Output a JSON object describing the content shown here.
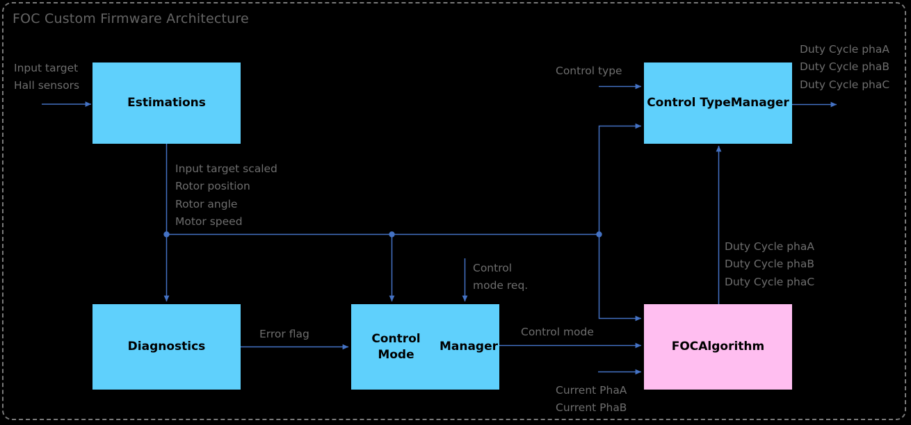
{
  "diagram": {
    "title": "FOC Custom Firmware Architecture",
    "colors": {
      "block_blue": "#5FD0FC",
      "block_pink": "#FFBEF0",
      "wire": "#4472C4",
      "label_gray": "#6e6e6e",
      "border_gray": "#7a7a7a",
      "background": "#000000"
    },
    "blocks": [
      {
        "id": "estimations",
        "label": "Estimations",
        "color": "blue"
      },
      {
        "id": "control-type-manager",
        "label": "Control Type\nManager",
        "color": "blue"
      },
      {
        "id": "diagnostics",
        "label": "Diagnostics",
        "color": "blue"
      },
      {
        "id": "control-mode-manager",
        "label": "Control Mode\nManager",
        "color": "blue"
      },
      {
        "id": "foc-algorithm",
        "label": "FOC\nAlgorithm",
        "color": "pink"
      }
    ],
    "signals": {
      "estimations_inputs": "Input target\nHall sensors",
      "estimations_outputs": "Input target scaled\nRotor position\nRotor angle\nMotor speed",
      "control_type_input": "Control type",
      "control_type_outputs": "Duty Cycle phaA\nDuty Cycle phaB\nDuty Cycle phaC",
      "foc_duty_outputs": "Duty Cycle phaA\nDuty Cycle phaB\nDuty Cycle phaC",
      "error_flag": "Error flag",
      "control_mode_req": "Control\nmode req.",
      "control_mode": "Control mode",
      "current_phases": "Current PhaA\nCurrent PhaB"
    }
  }
}
